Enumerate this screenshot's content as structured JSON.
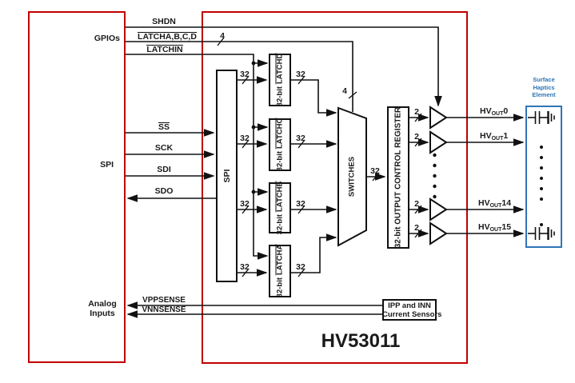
{
  "colors": {
    "host_box": "#C00000",
    "chip_box": "#C00000",
    "haptics_box": "#2E75B6",
    "haptics_text": "#2E75B6",
    "wire": "#111111"
  },
  "host": {
    "gpio_group_label": "GPIOs",
    "spi_group_label": "SPI",
    "analog_group_label_line1": "Analog",
    "analog_group_label_line2": "Inputs"
  },
  "signals": {
    "shdn": "SHDN",
    "latch_abcd": "LATCHA,B,C,D",
    "latchin": "LATCHIN",
    "ss": "SS",
    "sck": "SCK",
    "sdi": "SDI",
    "sdo": "SDO",
    "vppsense": "VPPSENSE",
    "vnnsense": "VNNSENSE"
  },
  "bus_widths": {
    "w32": "32",
    "w4": "4",
    "w2": "2"
  },
  "blocks": {
    "spi": "SPI",
    "latches": [
      {
        "prefix": "32-bit",
        "name": "LATCHD"
      },
      {
        "prefix": "32-bit",
        "name": "LATCHC"
      },
      {
        "prefix": "32-bit",
        "name": "LATCHB"
      },
      {
        "prefix": "32-bit",
        "name": "LATCHA"
      }
    ],
    "switches": "SWITCHES",
    "register": "32-bit OUTPUT CONTROL REGISTER",
    "sensors": {
      "line1": "IPP and INN",
      "line2": "Current Sensors"
    }
  },
  "chip_name": "HV53011",
  "outputs": [
    {
      "prefix": "HV",
      "sub": "OUT",
      "num": "0"
    },
    {
      "prefix": "HV",
      "sub": "OUT",
      "num": "1"
    },
    {
      "prefix": "HV",
      "sub": "OUT",
      "num": "14"
    },
    {
      "prefix": "HV",
      "sub": "OUT",
      "num": "15"
    }
  ],
  "haptics": {
    "line1": "Surface",
    "line2": "Haptics",
    "line3": "Element"
  }
}
